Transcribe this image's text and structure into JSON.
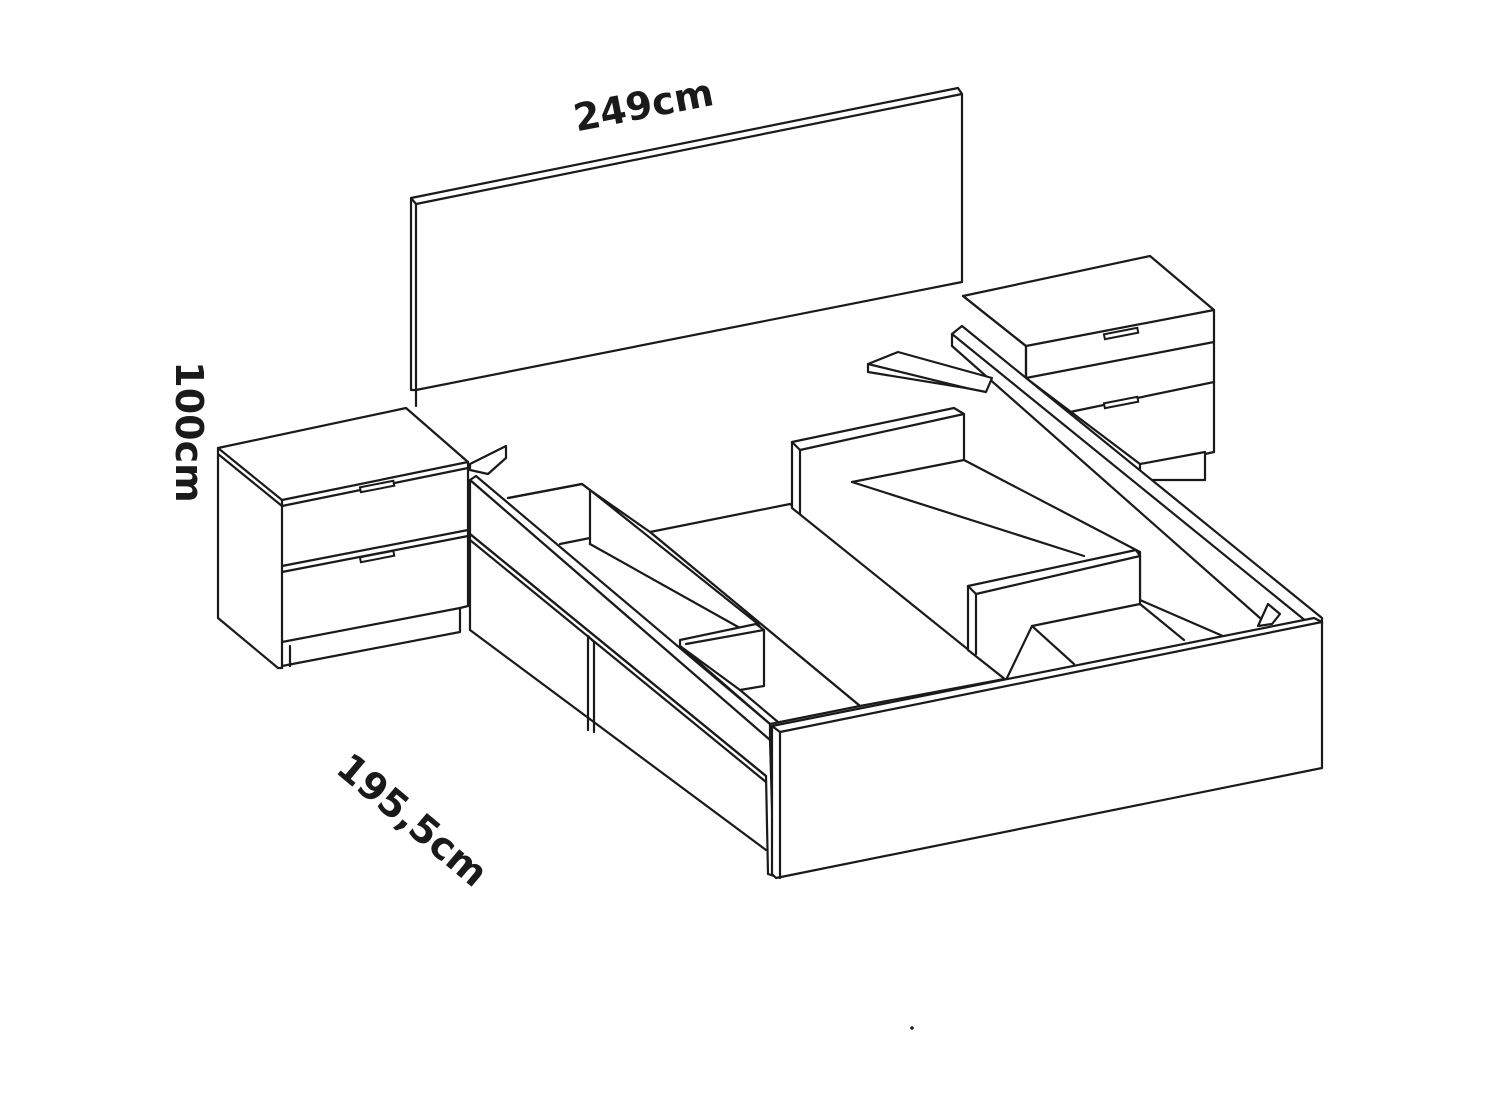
{
  "dimensions": {
    "width": "249cm",
    "height": "100cm",
    "depth": "195,5cm"
  },
  "colors": {
    "line": "#1a1a1a",
    "background": "#ffffff"
  }
}
